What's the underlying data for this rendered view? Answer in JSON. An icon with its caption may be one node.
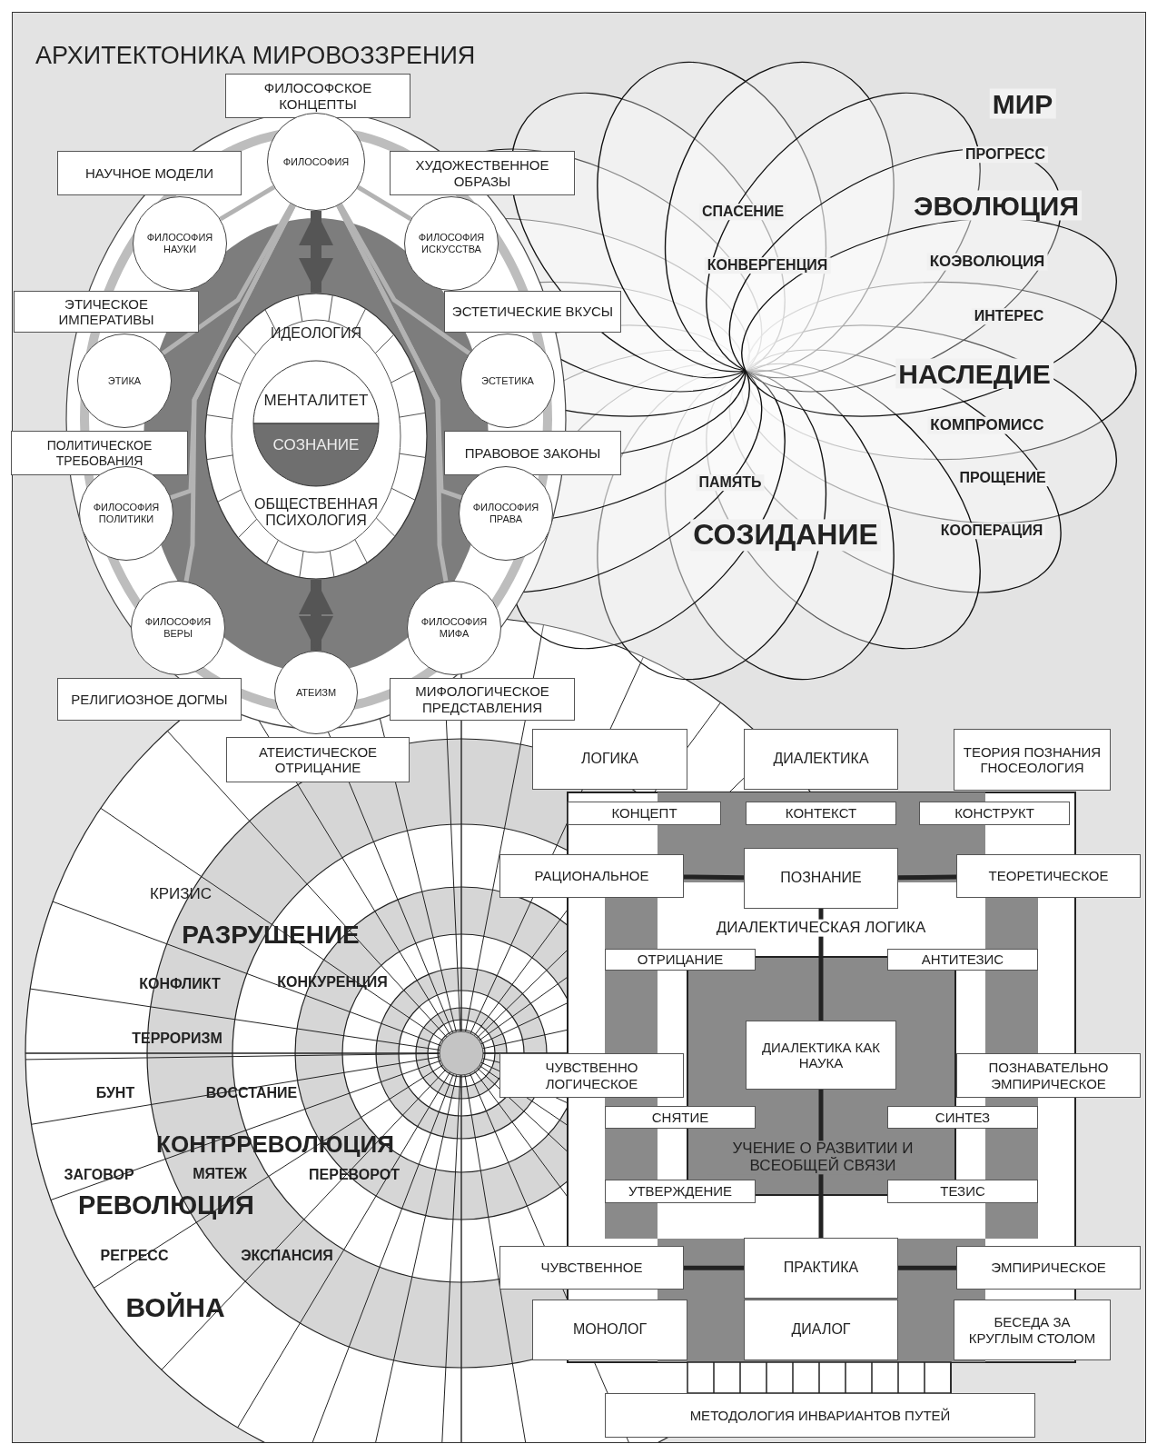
{
  "diagram": {
    "title": "АРХИТЕКТОНИКА МИРОВОЗЗРЕНИЯ",
    "nodes": [
      {
        "text": [
          "ФИЛОСОФСКОЕ КОНЦЕПТЫ"
        ]
      },
      {
        "text": [
          "НАУЧНОЕ МОДЕЛИ"
        ]
      },
      {
        "text": [
          "ФИЛОСОФИЯ"
        ]
      },
      {
        "text": [
          "ХУДОЖЕСТВЕННОЕ ОБРАЗЫ"
        ]
      },
      {
        "text": [
          "ФИЛОСОФИЯ НАУКИ"
        ]
      },
      {
        "text": [
          "ФИЛОСОФИЯ ИСКУССТВА"
        ]
      },
      {
        "text": [
          "ЭТИЧЕСКОЕ ИМПЕРАТИВЫ"
        ]
      },
      {
        "text": [
          "ЭСТЕТИЧЕСКИЕ ВКУСЫ"
        ]
      },
      {
        "text": [
          "ЭТИКА"
        ]
      },
      {
        "text": [
          "ИДЕОЛОГИЯ",
          "ОБЩЕСТВЕННАЯ ПСИХОЛОГИЯ"
        ]
      },
      {
        "text": [
          "МЕНТАЛИТЕТ",
          "СОЗНАНИЕ"
        ],
        "in": 9
      },
      {
        "text": [
          "ЭСТЕТИКА"
        ]
      },
      {
        "text": [
          "ПОЛИТИЧЕСКОЕ ТРЕБОВАНИЯ"
        ]
      },
      {
        "text": [
          "ПРАВОВОЕ ЗАКОНЫ"
        ]
      },
      {
        "text": [
          "ФИЛОСОФИЯ ПОЛИТИКИ"
        ]
      },
      {
        "text": [
          "ФИЛОСОФИЯ ПРАВА"
        ]
      },
      {
        "text": [
          "ФИЛОСОФИЯ ВЕРЫ"
        ]
      },
      {
        "text": [
          "ФИЛОСОФИЯ МИФА"
        ]
      },
      {
        "text": [
          "РЕЛИГИОЗНОЕ ДОГМЫ"
        ]
      },
      {
        "text": [
          "АТЕИЗМ"
        ]
      },
      {
        "text": [
          "МИФОЛОГИЧЕСКОЕ ПРЕДСТАВЛЕНИЯ"
        ]
      },
      {
        "text": [
          "АТЕИСТИЧЕСКОЕ ОТРИЦАНИЕ"
        ]
      },
      {
        "text": [
          "ЛОГИКА"
        ]
      },
      {
        "text": [
          "ДИАЛЕКТИКА"
        ]
      },
      {
        "text": [
          "ТЕОРИЯ ПОЗНАНИЯ ГНОСЕОЛОГИЯ"
        ]
      },
      {
        "text": [
          "КОНЦЕПТ"
        ]
      },
      {
        "text": [
          "КОНТЕКСТ"
        ]
      },
      {
        "text": [
          "КОНСТРУКТ"
        ]
      },
      {
        "text": [
          "РАЦИОНАЛЬНОЕ"
        ]
      },
      {
        "text": [
          "ПОЗНАНИЕ"
        ]
      },
      {
        "text": [
          "ТЕОРЕТИЧЕСКОЕ"
        ]
      },
      {
        "text": [
          "ОТРИЦАНИЕ"
        ]
      },
      {
        "text": [
          "АНТИТЕЗИС"
        ]
      },
      {
        "text": [
          "ДИАЛЕКТИКА КАК НАУКА"
        ]
      },
      {
        "text": [
          "ЧУВСТВЕННО ЛОГИЧЕСКОЕ"
        ]
      },
      {
        "text": [
          "ПОЗНАВАТЕЛЬНО ЭМПИРИЧЕСКОЕ"
        ]
      },
      {
        "text": [
          "СНЯТИЕ"
        ]
      },
      {
        "text": [
          "СИНТЕЗ"
        ]
      },
      {
        "text": [
          "УТВЕРЖДЕНИЕ"
        ]
      },
      {
        "text": [
          "ТЕЗИС"
        ]
      },
      {
        "text": [
          "ЧУВСТВЕННОЕ"
        ]
      },
      {
        "text": [
          "ПРАКТИКА"
        ]
      },
      {
        "text": [
          "ЭМПИРИЧЕСКОЕ"
        ]
      },
      {
        "text": [
          "МОНОЛОГ"
        ]
      },
      {
        "text": [
          "ДИАЛОГ"
        ]
      },
      {
        "text": [
          "БЕСЕДА ЗА КРУГЛЫМ СТОЛОМ"
        ]
      },
      {
        "text": [
          "МЕТОДОЛОГИЯ ИНВАРИАНТОВ ПУТЕЙ"
        ]
      }
    ],
    "edges": [
      {
        "from": 2,
        "to": 9,
        "arrow": "both",
        "style": "thick",
        "color": "#555555"
      },
      {
        "from": 2,
        "to": 4,
        "arrow": "none",
        "color": "#b3b3b3"
      },
      {
        "from": 2,
        "to": 5,
        "arrow": "none",
        "color": "#b3b3b3"
      },
      {
        "from": 2,
        "to": 8,
        "arrow": "none",
        "color": "#b3b3b3"
      },
      {
        "from": 2,
        "to": 11,
        "arrow": "none",
        "color": "#b3b3b3"
      },
      {
        "from": 2,
        "to": 14,
        "arrow": "none",
        "color": "#b3b3b3"
      },
      {
        "from": 2,
        "to": 15,
        "arrow": "none",
        "color": "#b3b3b3"
      },
      {
        "from": 2,
        "to": 16,
        "arrow": "none",
        "color": "#b3b3b3"
      },
      {
        "from": 2,
        "to": 17,
        "arrow": "none",
        "color": "#b3b3b3"
      },
      {
        "from": 9,
        "to": 19,
        "arrow": "both",
        "style": "thick",
        "color": "#555555"
      },
      {
        "from": 29,
        "to": 28,
        "arrow": "none",
        "color": "#222222"
      },
      {
        "from": 29,
        "to": 30,
        "arrow": "none",
        "color": "#222222"
      },
      {
        "from": 29,
        "to": 33,
        "arrow": "none",
        "color": "#222222"
      },
      {
        "from": 33,
        "to": 41,
        "arrow": "none",
        "color": "#222222"
      },
      {
        "from": 41,
        "to": 40,
        "arrow": "none",
        "color": "#222222"
      },
      {
        "from": 41,
        "to": 42,
        "arrow": "none",
        "color": "#222222"
      }
    ],
    "labels": [
      "МИР",
      "ПРОГРЕСС",
      "СПАСЕНИЕ",
      "ЭВОЛЮЦИЯ",
      "КОНВЕРГЕНЦИЯ",
      "КОЭВОЛЮЦИЯ",
      "ИНТЕРЕС",
      "НАСЛЕДИЕ",
      "КОМПРОМИСС",
      "ПАМЯТЬ",
      "ПРОЩЕНИЕ",
      "СОЗИДАНИЕ",
      "КООПЕРАЦИЯ",
      "КРИЗИС",
      "РАЗРУШЕНИЕ",
      "ДИАЛЕКТИЧЕСКАЯ ЛОГИКА",
      "КОНФЛИКТ",
      "КОНКУРЕНЦИЯ",
      "ТЕРРОРИЗМ",
      "БУНТ",
      "ВОССТАНИЕ",
      "КОНТРРЕВОЛЮЦИЯ",
      "ЗАГОВОР",
      "МЯТЕЖ",
      "ПЕРЕВОРОТ",
      "УЧЕНИЕ О РАЗВИТИИ И ВСЕОБЩЕЙ СВЯЗИ",
      "РЕВОЛЮЦИЯ",
      "РЕГРЕСС",
      "ЭКСПАНСИЯ",
      "ВОЙНА"
    ]
  }
}
